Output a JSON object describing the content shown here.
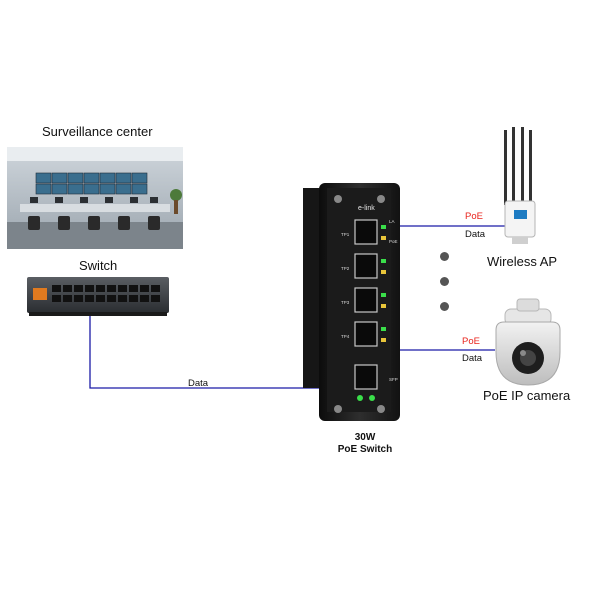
{
  "labels": {
    "surveillance_center": "Surveillance center",
    "switch": "Switch",
    "wireless_ap": "Wireless AP",
    "poe_ip_camera": "PoE IP camera",
    "center_switch_line1": "30W",
    "center_switch_line2": "PoE Switch",
    "link_data_left": "Data",
    "link_poe_top": "PoE",
    "link_data_top": "Data",
    "link_poe_bottom": "PoE",
    "link_data_bottom": "Data"
  },
  "device": {
    "brand": "e-link",
    "port_labels": [
      "TP1",
      "TP2",
      "TP3",
      "TP4",
      "SFP"
    ],
    "led_labels": [
      "LA",
      "PoE"
    ]
  },
  "colors": {
    "link_line": "#1a1aa6",
    "poe_text": "#e8231c",
    "device_body": "#1c1c1c"
  }
}
